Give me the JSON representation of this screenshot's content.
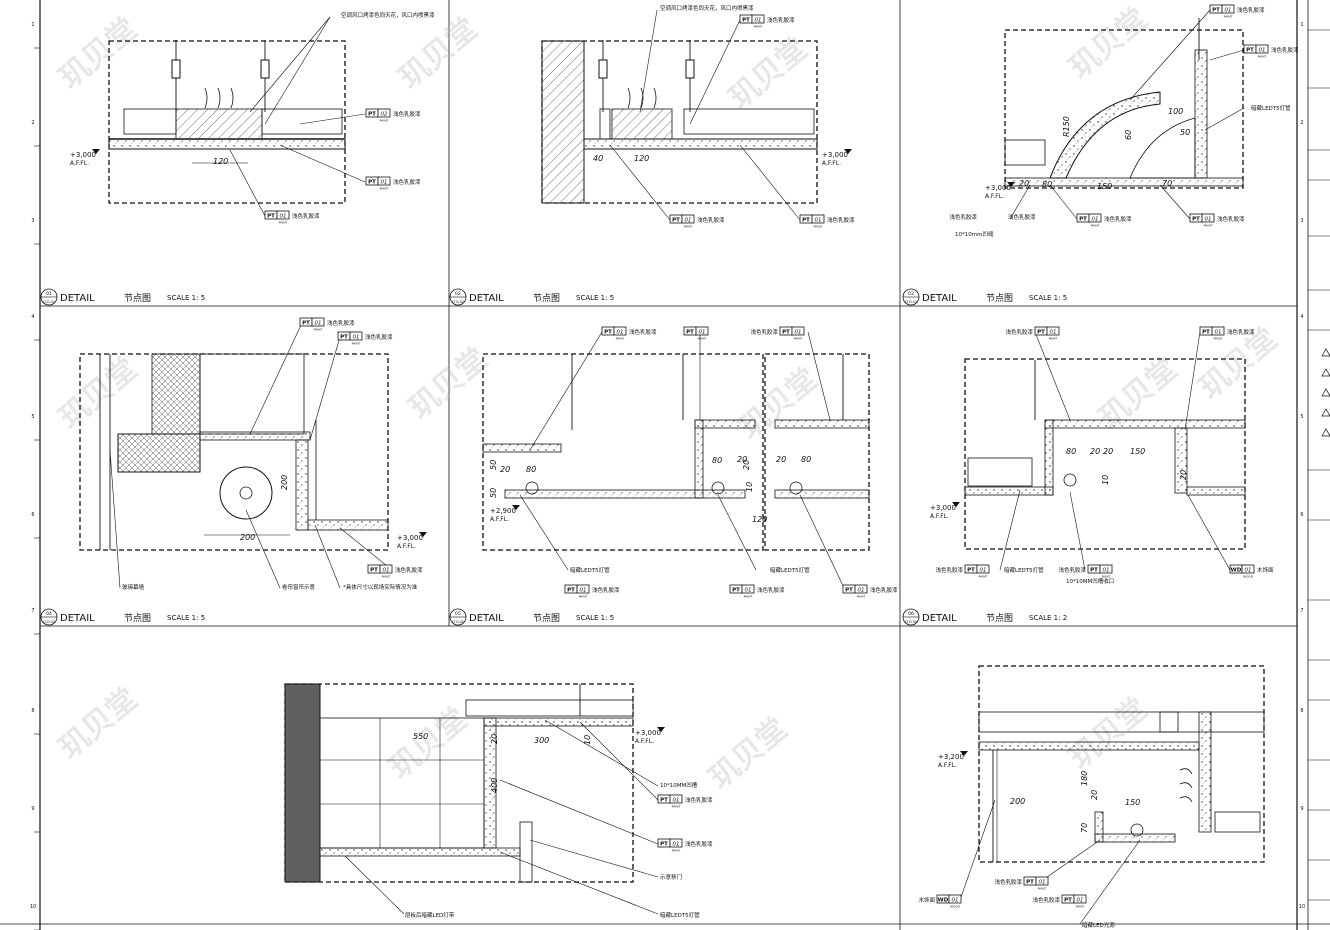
{
  "titles": [
    {
      "num": "01",
      "ref": "LT-D-01",
      "word": "DETAIL",
      "cn": "节点图",
      "scale": "SCALE 1: 5"
    },
    {
      "num": "02",
      "ref": "LT-D-02",
      "word": "DETAIL",
      "cn": "节点图",
      "scale": "SCALE 1: 5"
    },
    {
      "num": "03",
      "ref": "LT-D-03",
      "word": "DETAIL",
      "cn": "节点图",
      "scale": "SCALE 1: 5"
    },
    {
      "num": "04",
      "ref": "LT-D-04",
      "word": "DETAIL",
      "cn": "节点图",
      "scale": "SCALE 1: 5"
    },
    {
      "num": "05",
      "ref": "LT-D-05",
      "word": "DETAIL",
      "cn": "节点图",
      "scale": "SCALE 1: 5"
    },
    {
      "num": "06",
      "ref": "LT-D-06",
      "word": "DETAIL",
      "cn": "节点图",
      "scale": "SCALE 1: 2"
    }
  ],
  "tag": {
    "code": "PT",
    "num": "01",
    "sub": "PAINT"
  },
  "tag2": {
    "code": "PT",
    "num": "02",
    "sub": "PAINT"
  },
  "tagWood": {
    "code": "WD",
    "num": "01",
    "sub": "WOOD"
  },
  "notes": {
    "paint": "浅色乳胶漆",
    "ac_vent": "空调风口烤漆色同天花，风口内喷黑漆",
    "groove": "10*10mm凹缝",
    "groove_b": "10*10MM凹槽收口",
    "groove_c": "10*10MM凹槽",
    "led": "暗藏LEDT5灯管",
    "led2": "暗藏LED光源",
    "curtain_wall": "玻璃幕墙",
    "curtain_box": "卷帘窗帘示意",
    "site": "*具体尺寸以现场实际情况为准",
    "wood": "木饰面",
    "door": "示意移门",
    "led_strip": "层板后暗藏LED灯带"
  },
  "levels": {
    "a": "+3,000",
    "b": "+2,900",
    "c": "+3,200",
    "afl": "A.F.FL."
  },
  "dims": {
    "d120": "120",
    "d40": "40",
    "d100": "100",
    "d50": "50",
    "d150": "150",
    "d80": "80",
    "d20": "20",
    "d60": "60",
    "d70": "70",
    "d10": "10",
    "d200": "200",
    "d550": "550",
    "d300": "300",
    "d400": "400",
    "d180": "180",
    "r150": "R150"
  },
  "watermark": "玑贝堂",
  "gridLeft": [
    "1",
    "2",
    "3",
    "4",
    "5",
    "6",
    "7",
    "8",
    "9",
    "10"
  ],
  "sideIcons": [
    "triangle-marker",
    "triangle-marker",
    "triangle-marker",
    "triangle-marker",
    "triangle-marker"
  ],
  "colors": {
    "line": "#111111",
    "wall": "#606060",
    "hatch": "#888888"
  }
}
